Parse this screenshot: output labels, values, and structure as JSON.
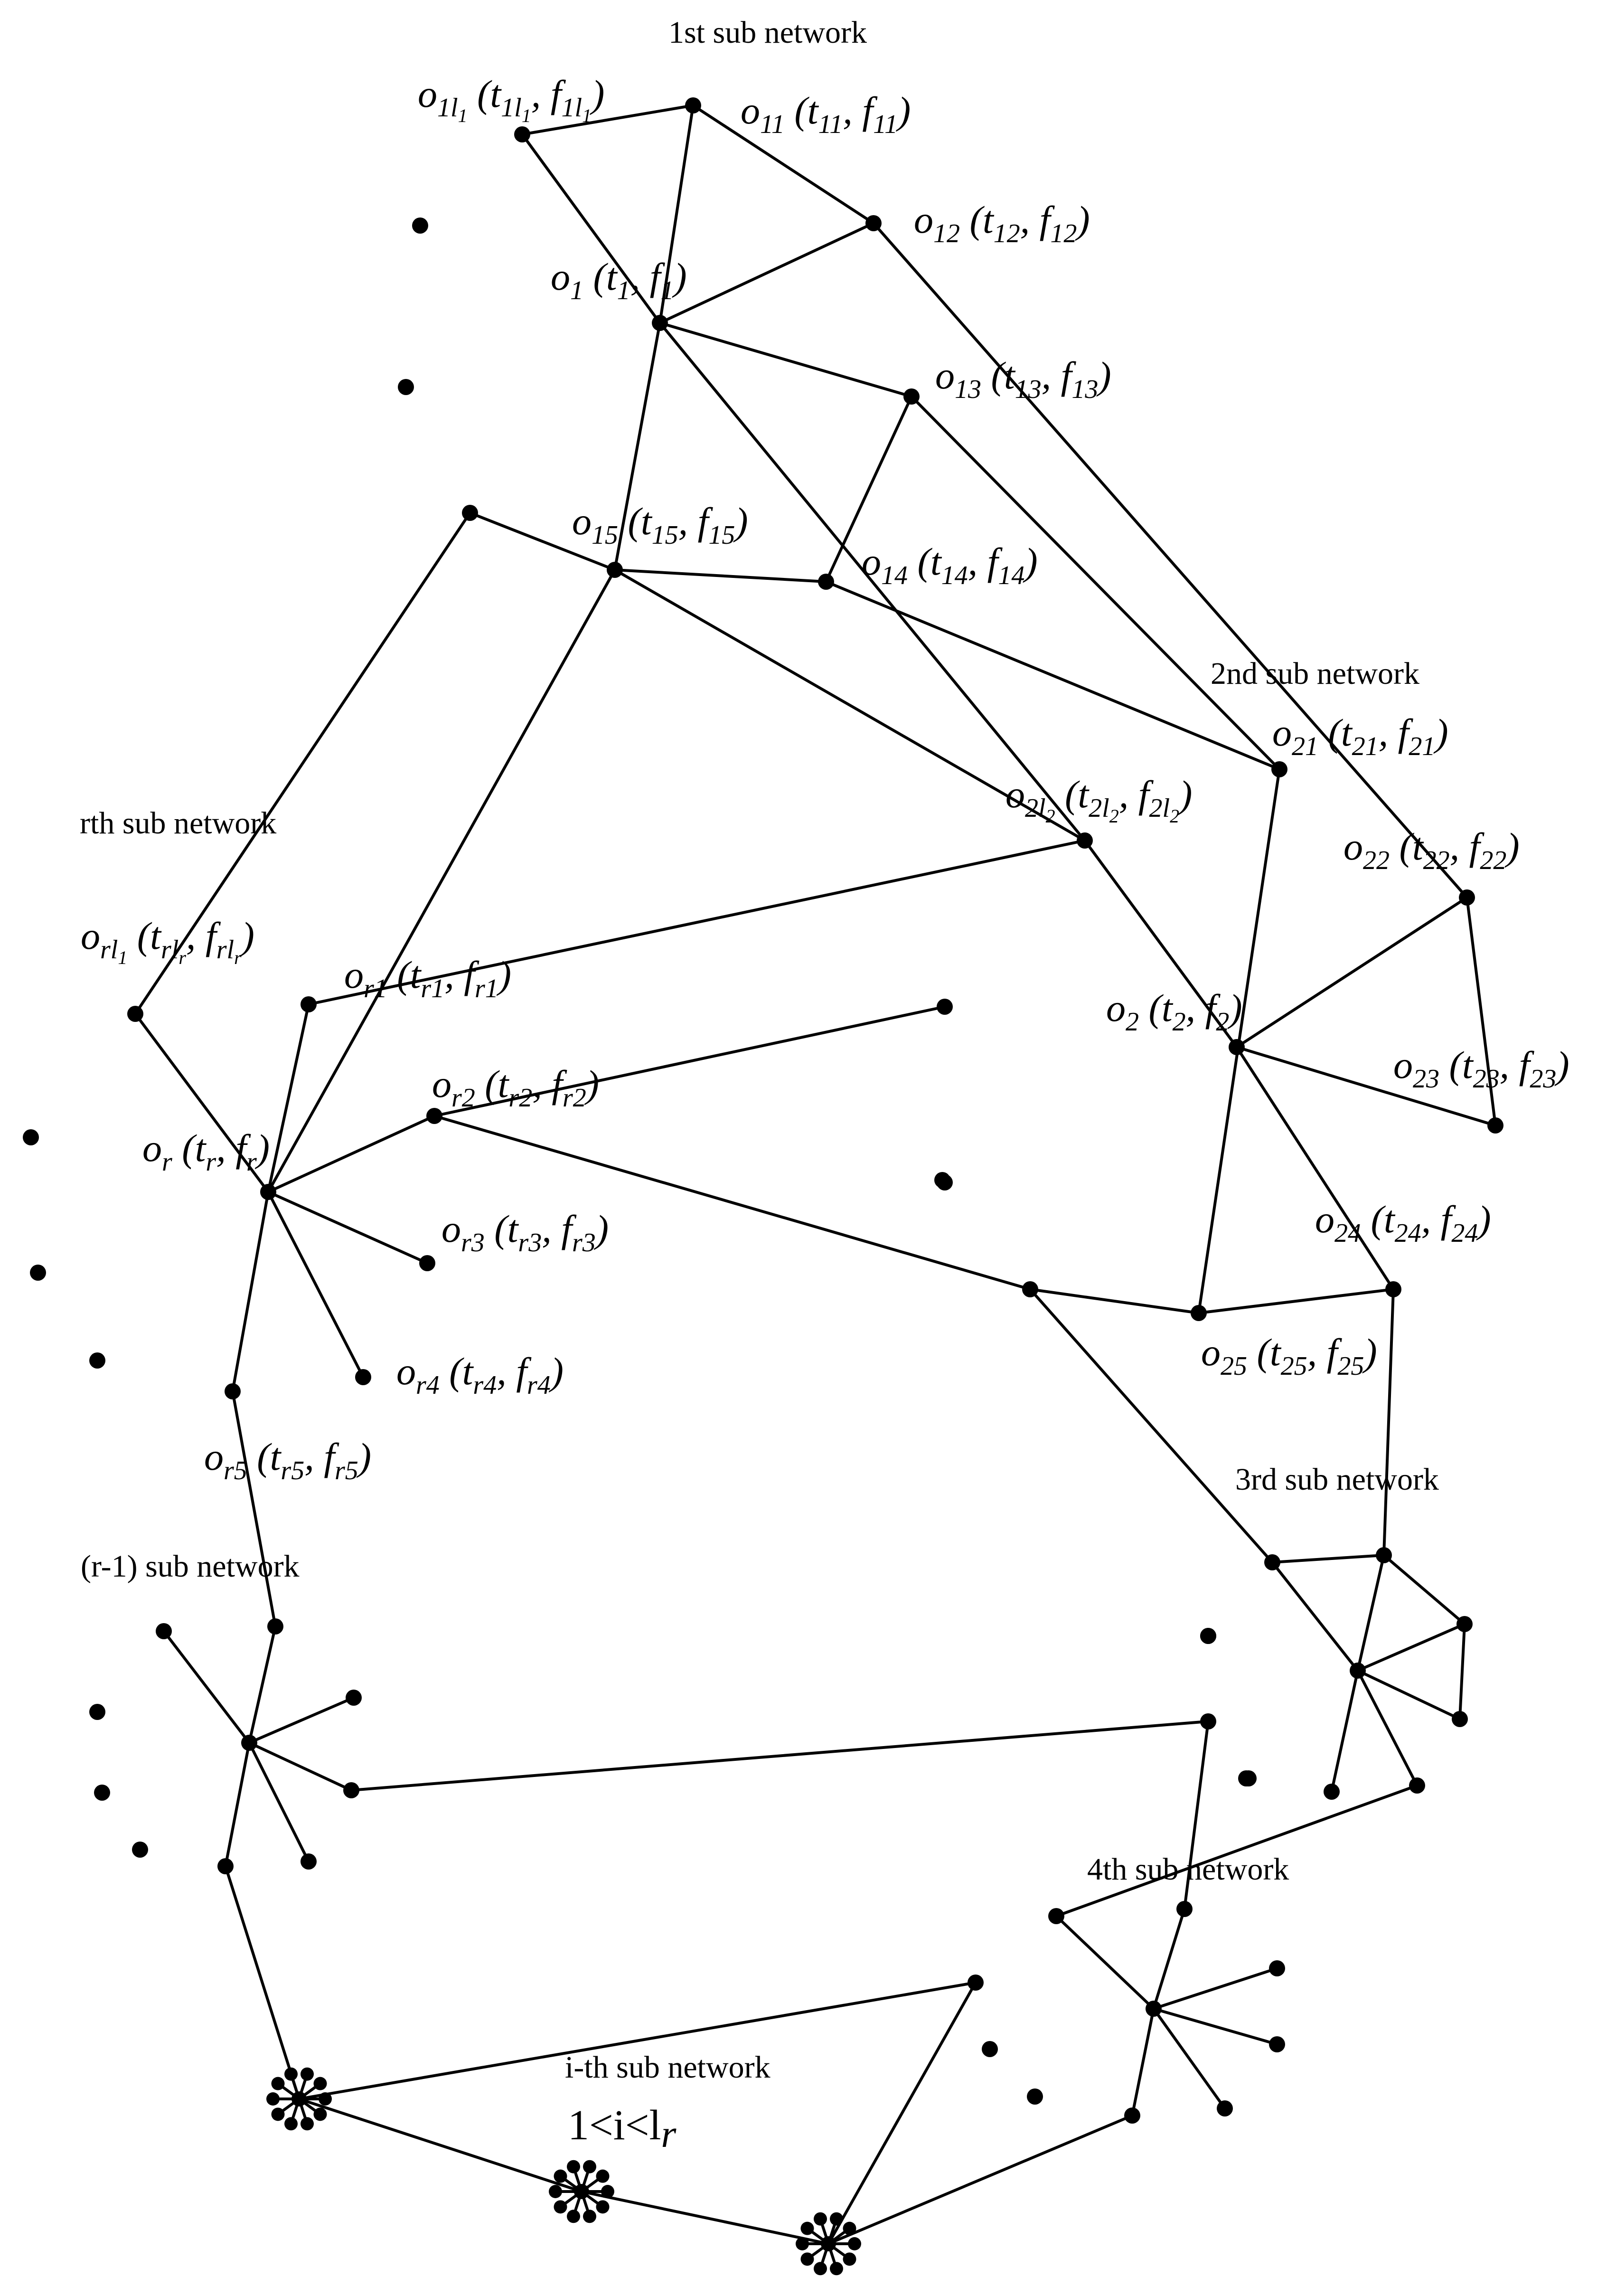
{
  "diagram": {
    "subnetwork_titles": {
      "first": "1st sub network",
      "second": "2nd sub network",
      "rth": "rth sub network",
      "third": "3rd sub network",
      "r_minus_1": "(r-1) sub network",
      "fourth": "4th sub network",
      "ith": "i-th sub network",
      "ith_condition": "1<i<l"
    },
    "ith_condition_subscript": "r",
    "node_labels": {
      "o1l1": {
        "o": "o",
        "o_sub": "1l",
        "o_subsub": "1",
        "t": "t",
        "t_sub": "1l",
        "t_subsub": "1",
        "f": "f",
        "f_sub": "1l",
        "f_subsub": "1"
      },
      "o11": {
        "o": "o",
        "o_sub": "11",
        "t": "t",
        "t_sub": "11",
        "f": "f",
        "f_sub": "11"
      },
      "o12": {
        "o": "o",
        "o_sub": "12",
        "t": "t",
        "t_sub": "12",
        "f": "f",
        "f_sub": "12"
      },
      "o1": {
        "o": "o",
        "o_sub": "1",
        "t": "t",
        "t_sub": "1",
        "f": "f",
        "f_sub": "1"
      },
      "o13": {
        "o": "o",
        "o_sub": "13",
        "t": "t",
        "t_sub": "13",
        "f": "f",
        "f_sub": "13"
      },
      "o15": {
        "o": "o",
        "o_sub": "15",
        "t": "t",
        "t_sub": "15",
        "f": "f",
        "f_sub": "15"
      },
      "o14": {
        "o": "o",
        "o_sub": "14",
        "t": "t",
        "t_sub": "14",
        "f": "f",
        "f_sub": "14"
      },
      "o21": {
        "o": "o",
        "o_sub": "21",
        "t": "t",
        "t_sub": "21",
        "f": "f",
        "f_sub": "21"
      },
      "o2l2": {
        "o": "o",
        "o_sub": "2l",
        "o_subsub": "2",
        "t": "t",
        "t_sub": "2l",
        "t_subsub": "2",
        "f": "f",
        "f_sub": "2l",
        "f_subsub": "2"
      },
      "o22": {
        "o": "o",
        "o_sub": "22",
        "t": "t",
        "t_sub": "22",
        "f": "f",
        "f_sub": "22"
      },
      "orlr": {
        "o": "o",
        "o_sub": "rl",
        "o_subsub": "1",
        "t": "t",
        "t_sub": "rl",
        "t_subsub": "r",
        "f": "f",
        "f_sub": "rl",
        "f_subsub": "r"
      },
      "or1": {
        "o": "o",
        "o_sub": "r1",
        "t": "t",
        "t_sub": "r1",
        "f": "f",
        "f_sub": "r1"
      },
      "o2": {
        "o": "o",
        "o_sub": "2",
        "t": "t",
        "t_sub": "2",
        "f": "f",
        "f_sub": "2"
      },
      "o23": {
        "o": "o",
        "o_sub": "23",
        "t": "t",
        "t_sub": "23",
        "f": "f",
        "f_sub": "23"
      },
      "or2": {
        "o": "o",
        "o_sub": "r2",
        "t": "t",
        "t_sub": "r2",
        "f": "f",
        "f_sub": "r2"
      },
      "or": {
        "o": "o",
        "o_sub": "r",
        "t": "t",
        "t_sub": "r",
        "f": "f",
        "f_sub": "r"
      },
      "o24": {
        "o": "o",
        "o_sub": "24",
        "t": "t",
        "t_sub": "24",
        "f": "f",
        "f_sub": "24"
      },
      "or3": {
        "o": "o",
        "o_sub": "r3",
        "t": "t",
        "t_sub": "r3",
        "f": "f",
        "f_sub": "r3"
      },
      "o25": {
        "o": "o",
        "o_sub": "25",
        "t": "t",
        "t_sub": "25",
        "f": "f",
        "f_sub": "25"
      },
      "or4": {
        "o": "o",
        "o_sub": "r4",
        "t": "t",
        "t_sub": "r4",
        "f": "f",
        "f_sub": "r4"
      },
      "or5": {
        "o": "o",
        "o_sub": "r5",
        "t": "t",
        "t_sub": "r5",
        "f": "f",
        "f_sub": "r5"
      }
    }
  }
}
